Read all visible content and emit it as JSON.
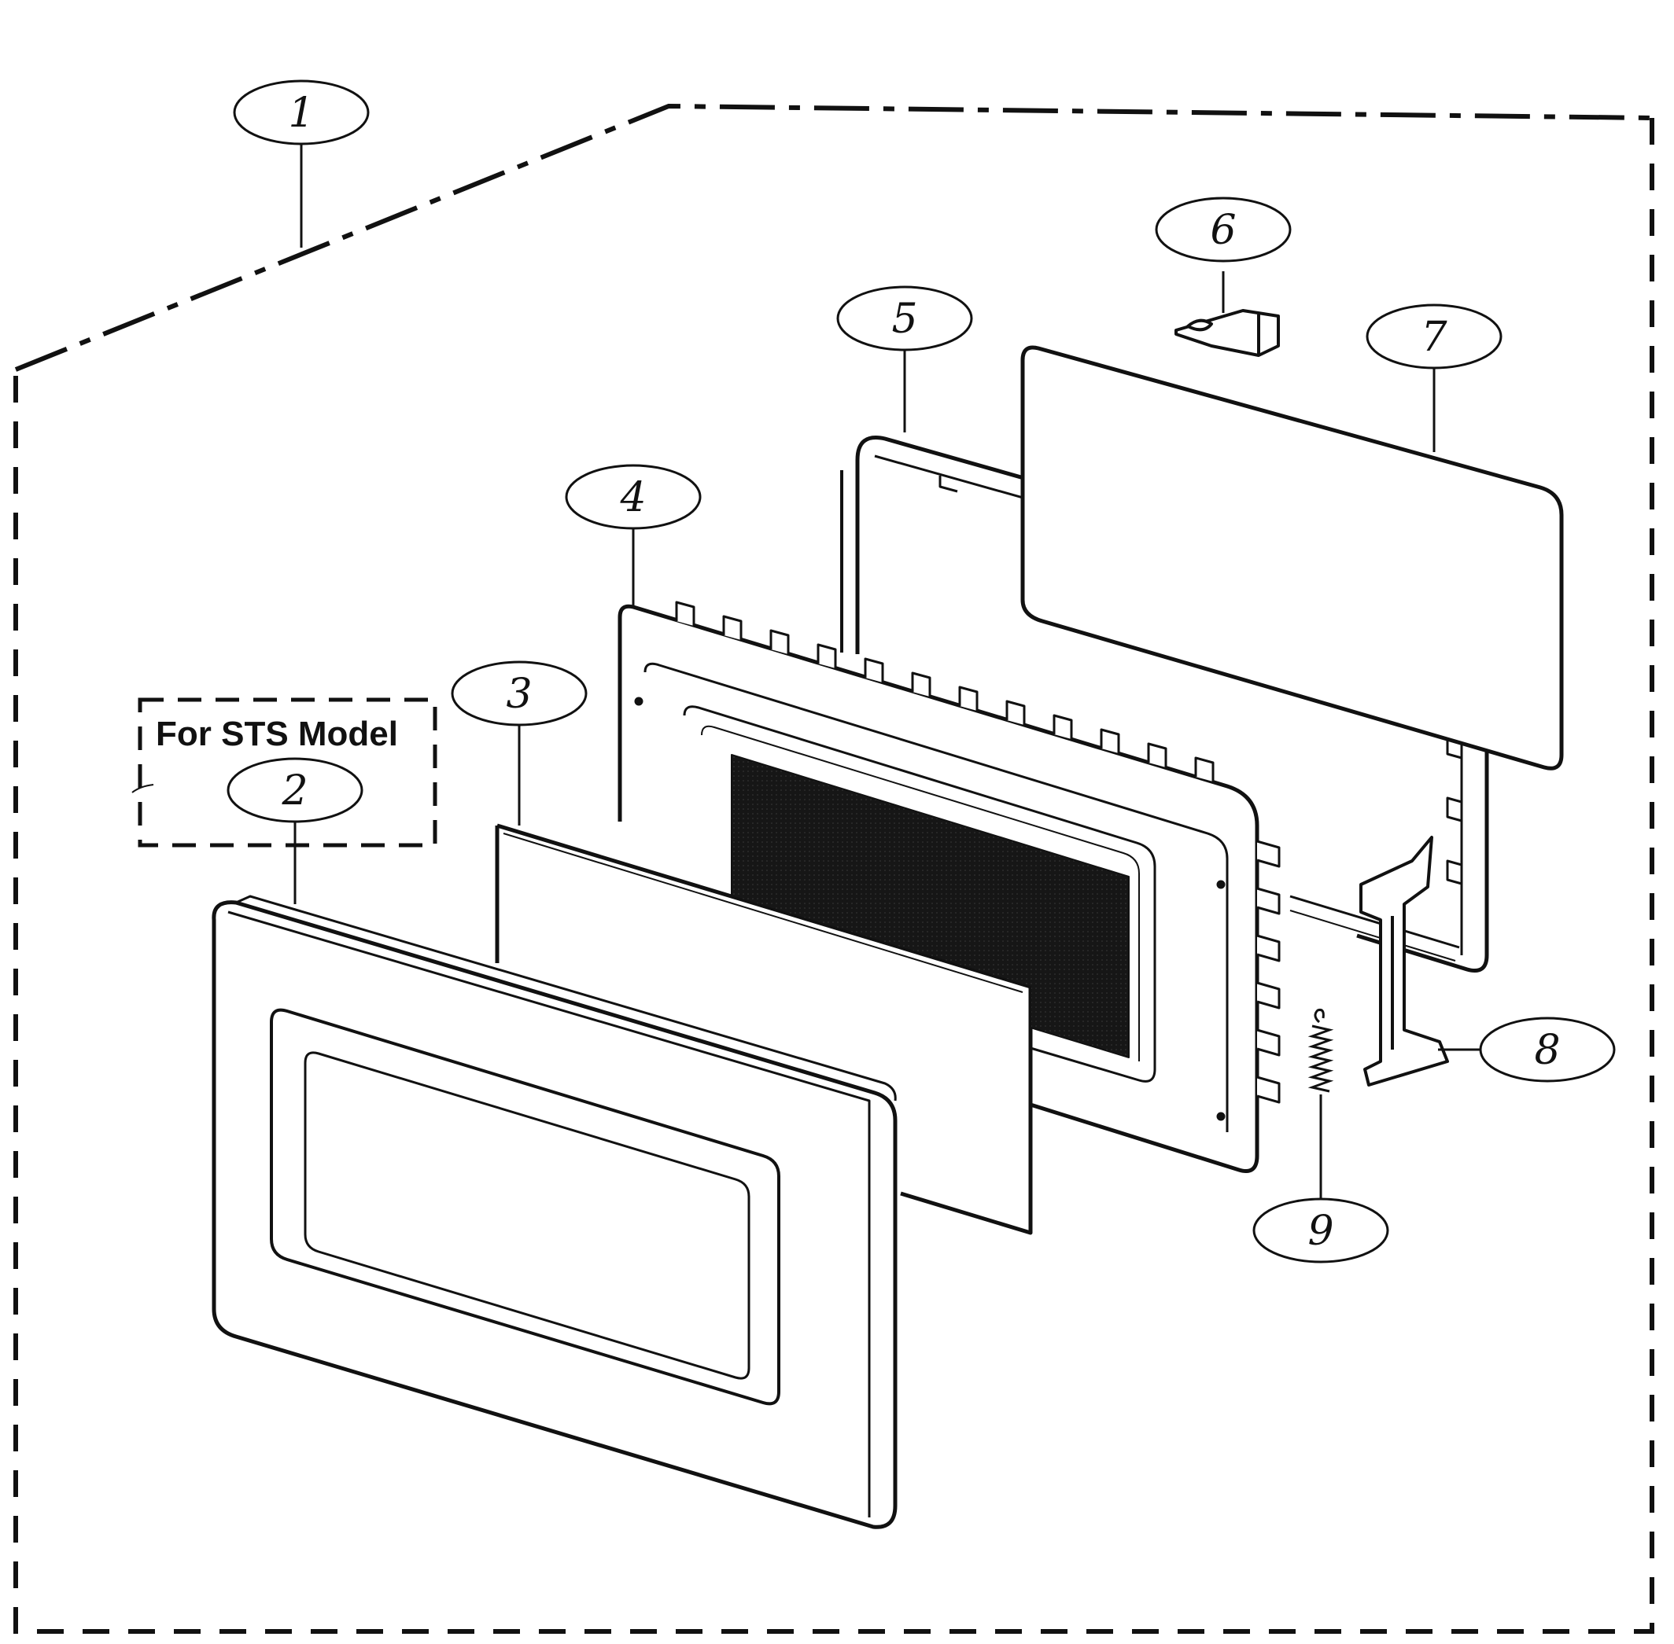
{
  "colors": {
    "ink": "#111111",
    "screen": "#161616",
    "paper": "#ffffff"
  },
  "model_note": "For STS Model",
  "callouts": [
    {
      "id": "1",
      "label": "1"
    },
    {
      "id": "2",
      "label": "2"
    },
    {
      "id": "3",
      "label": "3"
    },
    {
      "id": "4",
      "label": "4"
    },
    {
      "id": "5",
      "label": "5"
    },
    {
      "id": "6",
      "label": "6"
    },
    {
      "id": "7",
      "label": "7"
    },
    {
      "id": "8",
      "label": "8"
    },
    {
      "id": "9",
      "label": "9"
    }
  ]
}
